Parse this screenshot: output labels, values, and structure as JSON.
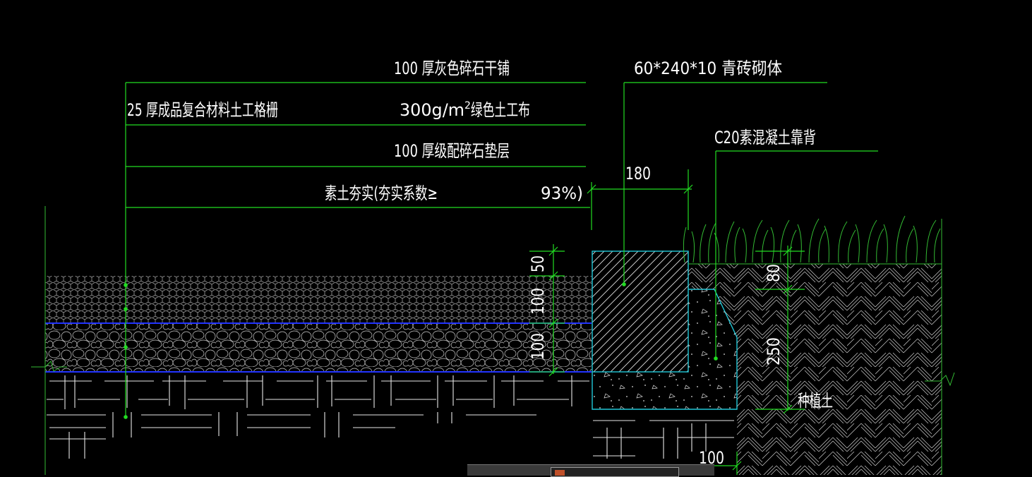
{
  "labels": {
    "gravel_surface": "100 厚灰色碎石干铺",
    "geogrid": "25 厚成品复合材料土工格栅",
    "geotextile_prefix": "300g/m",
    "geotextile_sup": "2",
    "geotextile_suffix": "绿色土工布",
    "graded_gravel": "100 厚级配碎石垫层",
    "compaction_left": "素土夯实(夯实系数≥",
    "compaction_right": "93%)",
    "brick": "60*240*10   青砖砌体",
    "concrete_backing": "C20素混凝土靠背",
    "planting_soil": "种植土"
  },
  "dimensions": {
    "curb_width": "180",
    "d50": "50",
    "d100_upper": "100",
    "d100_lower": "100",
    "d80": "80",
    "d250": "250",
    "d100_bottom": "100"
  },
  "colors": {
    "background": "#000000",
    "leader": "#22dd22",
    "outline": "#20c8d8",
    "membrane": "#2233ff",
    "text": "#ffffff"
  }
}
